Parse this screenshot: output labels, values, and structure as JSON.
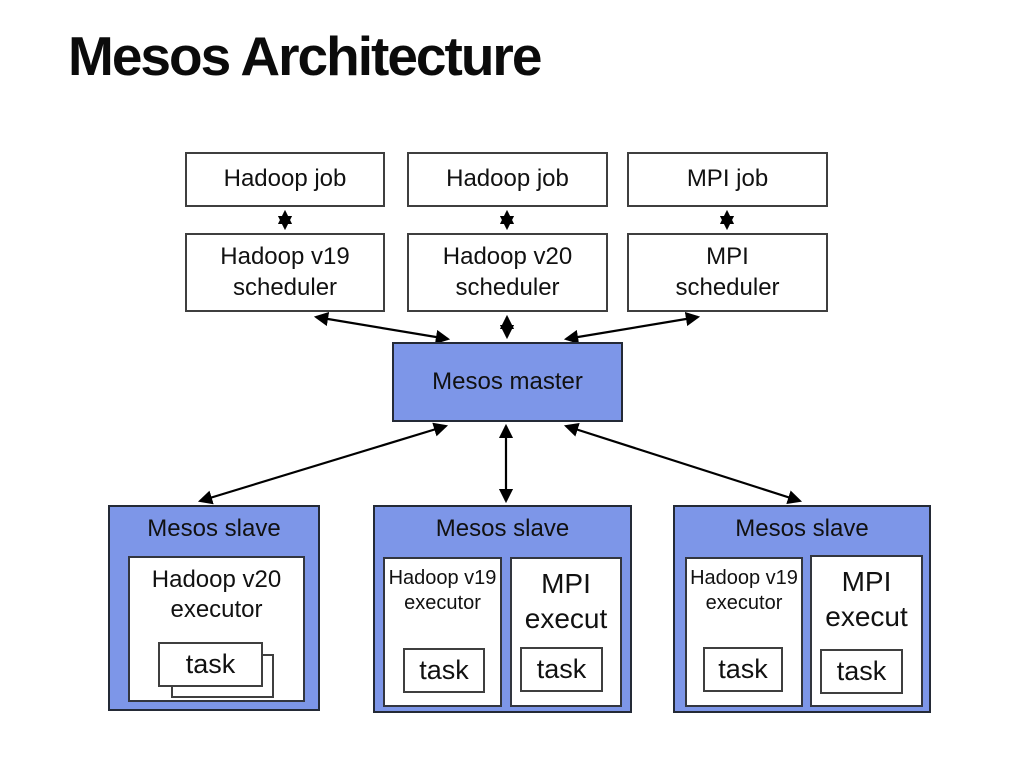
{
  "slide": {
    "title": "Mesos Architecture"
  },
  "colors": {
    "node_fill": "#7d96e8",
    "node_border": "#242a36",
    "white_box_border": "#3f3f3f",
    "arrow": "#000000",
    "text": "#111111",
    "background": "#ffffff"
  },
  "jobs": [
    {
      "label": "Hadoop job"
    },
    {
      "label": "Hadoop job"
    },
    {
      "label": "MPI job"
    }
  ],
  "schedulers": [
    {
      "label": "Hadoop v19\nscheduler"
    },
    {
      "label": "Hadoop v20\nscheduler"
    },
    {
      "label": "MPI\nscheduler"
    }
  ],
  "master": {
    "label": "Mesos master"
  },
  "slaves": [
    {
      "label": "Mesos slave",
      "executors": [
        {
          "label": "Hadoop v20\nexecutor",
          "task": "task",
          "stacked_tasks": 2
        }
      ]
    },
    {
      "label": "Mesos slave",
      "executors": [
        {
          "label": "Hadoop v19\nexecutor",
          "task": "task"
        },
        {
          "label": "MPI\nexecut",
          "task": "task"
        }
      ]
    },
    {
      "label": "Mesos slave",
      "executors": [
        {
          "label": "Hadoop v19\nexecutor",
          "task": "task"
        },
        {
          "label": "MPI\nexecut",
          "task": "task"
        }
      ]
    }
  ]
}
